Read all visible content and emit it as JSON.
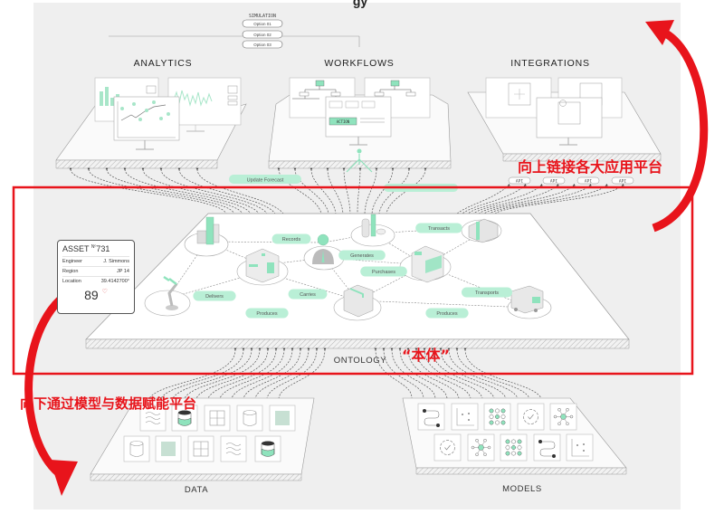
{
  "title_fragment": "gy",
  "simulation": {
    "label": "SIMULATION",
    "options": [
      "Option 01",
      "Option 02",
      "Option 03"
    ]
  },
  "app_platforms": [
    {
      "name": "ANALYTICS"
    },
    {
      "name": "WORKFLOWS",
      "action_label": "ACTION"
    },
    {
      "name": "INTEGRATIONS"
    }
  ],
  "flows": {
    "update_forecast": "Update Forecast",
    "api_labels": [
      "API",
      "API",
      "API",
      "API"
    ]
  },
  "ontology": {
    "label": "ONTOLOGY",
    "relations": [
      "Records",
      "Transacts",
      "Generates",
      "Purchases",
      "Delivers",
      "Carries",
      "Produces",
      "Produces",
      "Transports"
    ]
  },
  "asset_card": {
    "title": "ASSET",
    "number_prefix": "Nº",
    "number": "731",
    "rows": [
      {
        "key": "Engineer",
        "value": "J. Simmons"
      },
      {
        "key": "Region",
        "value": "JP 14"
      },
      {
        "key": "Location",
        "value": "39.4142700°"
      }
    ],
    "score": "89"
  },
  "sources": {
    "data_label": "DATA",
    "models_label": "MODELS"
  },
  "annotations": {
    "up": "向上链接各大应用平台",
    "ontology_cn": "“本体”",
    "down": "向下通过模型与数据赋能平台"
  },
  "colors": {
    "accent_green": "#8fe3bd",
    "annotation_red": "#e8141b",
    "background": "#efefef"
  }
}
